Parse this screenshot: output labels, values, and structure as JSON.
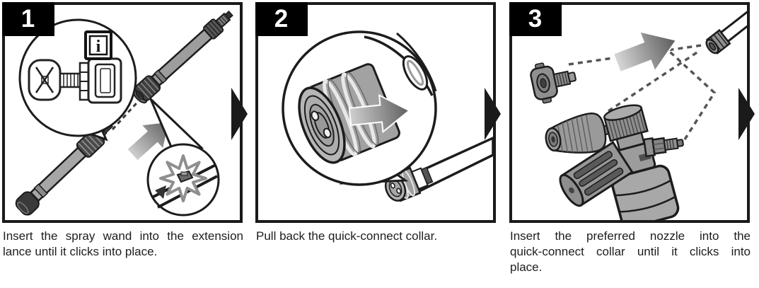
{
  "steps": [
    {
      "number": "1",
      "caption_lines": {
        "l1": "Insert the spray wand into the extension",
        "l2": "lance until it clicks into place."
      }
    },
    {
      "number": "2",
      "caption_lines": {
        "l1": "Pull back the quick-connect collar."
      }
    },
    {
      "number": "3",
      "caption_lines": {
        "l1": "Insert the preferred nozzle into the",
        "l2": "quick-connect collar until it clicks into",
        "l3": "place."
      }
    }
  ],
  "info_icon": {
    "glyph": "i"
  },
  "colors": {
    "panel_border": "#1a1a1a",
    "line": "#1c1c1c",
    "badge_bg": "#000000",
    "badge_text": "#ffffff",
    "part_gray": "#9d9d9d",
    "dark_gray": "#4a4a4a",
    "arrow_gradient_start": "#cfcfcf",
    "arrow_gradient_end": "#5f5f5f",
    "starburst_gray": "#8f8f8f"
  }
}
